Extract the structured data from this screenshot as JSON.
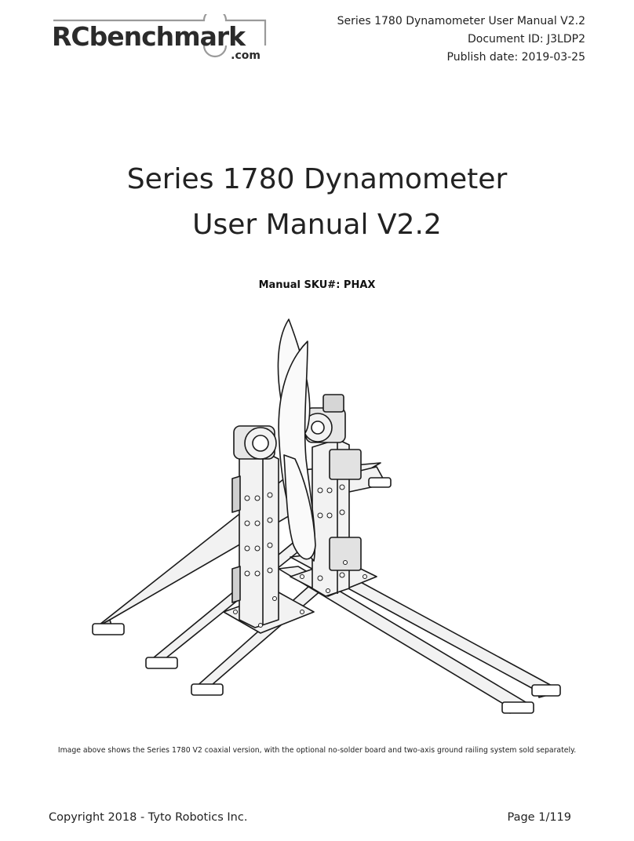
{
  "brand": {
    "name_part1": "RCbench",
    "name_part2": "m",
    "name_part3": "ark",
    "domain": ".com"
  },
  "header": {
    "doc_title": "Series 1780 Dynamometer User Manual V2.2",
    "document_id": "Document ID: J3LDP2",
    "publish_date": "Publish date: 2019-03-25"
  },
  "title": {
    "line1": "Series 1780 Dynamometer",
    "line2": "User Manual V2.2"
  },
  "sku": "Manual SKU#: PHAX",
  "caption": "Image above shows the Series 1780 V2 coaxial version, with the optional no-solder board and two-axis ground railing system sold separately.",
  "footer": {
    "copyright": "Copyright 2018 - Tyto Robotics Inc.",
    "page": "Page 1/119"
  }
}
